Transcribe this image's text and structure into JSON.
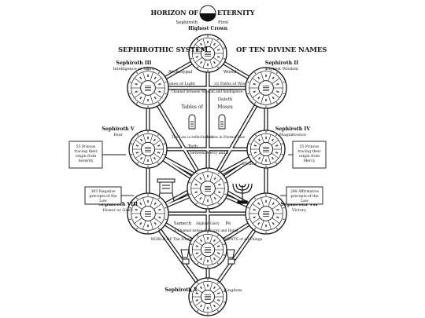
{
  "header": {
    "horizon_left": "HORIZON OF",
    "horizon_right": "ETERNITY",
    "sephiroth_label": "Sephiroth",
    "first_label": "First",
    "highest_crown": "Highest Crown",
    "system_title_left": "SEPHIROTHIC SYSTEM",
    "system_title_right": "OF TEN DIVINE NAMES"
  },
  "sephiroth_labels": {
    "s3_title": "Sephiroth III",
    "s3_sub": "Intelligence or Spirit",
    "s2_title": "Sephiroth II",
    "s2_sub": "Highest Wisdom",
    "s5_title": "Sephiroth V",
    "s5_sub": "Fear",
    "s4_title": "Sephiroth IV",
    "s4_sub": "Magnificence",
    "s8_title": "Sephiroth VIII",
    "s8_sub": "Honor or Glory",
    "s7_title": "Sephiroth VII",
    "s7_sub": "Victory",
    "s10_title": "Sephiroth X",
    "s10_sub": "Kingdom"
  },
  "center_labels": {
    "archetypal": "Archetypal",
    "world": "World",
    "fifty_gates": "50 Gates of Light",
    "thirty_two": "32 Paths of Wisdom",
    "channel": "Channel between Wisdom and Intelligence",
    "daleth": "Daleth",
    "tables_of": "Tables of",
    "moses": "Moses",
    "law_reflection": "The Law is reflection of",
    "moses_eternal": "Moses in Eternal Law",
    "teth": "Teth",
    "between_mercy": "between Mercy and a",
    "stars": "STARS",
    "samech": "Samech",
    "pe": "Pe",
    "channel_victory": "A Channel between Victory and Honor",
    "world_of_foundation": "WORLD OF The Foundation",
    "elements": "ELEMENTS of all Things",
    "highest_glory": "Highest Glory"
  },
  "side_boxes": {
    "left_princes": "55 Princes tracing their origin from Severity",
    "right_princes": "55 Princes tracing their origin from Mercy",
    "left_precepts": "365 Negative precepts of the Law",
    "right_precepts": "248 Affirmative precepts of the Law"
  }
}
